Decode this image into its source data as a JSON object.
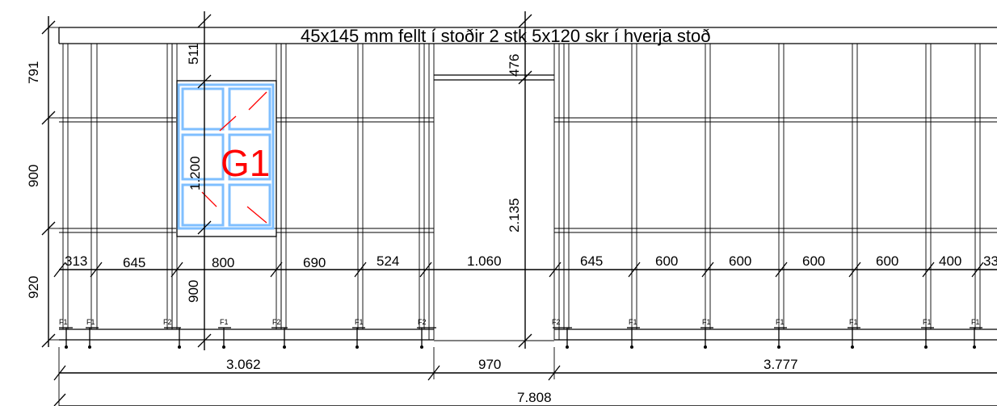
{
  "title": "45x145 mm fellt í stoðir 2 stk 5x120 skr í hverja stoð",
  "window_label": "G1",
  "window_height_label": "1.200",
  "vertical_dims_left": [
    "791",
    "900",
    "920"
  ],
  "header_dim": "511",
  "below_window_dim": "900",
  "door_top_dim": "476",
  "door_height_dim": "2.135",
  "spacing_dims": [
    "313",
    "645",
    "800",
    "690",
    "524",
    "1.060",
    "645",
    "600",
    "600",
    "600",
    "600",
    "400",
    "33"
  ],
  "segment_dims": [
    "3.062",
    "970",
    "3.777"
  ],
  "total_dim": "7.808",
  "anchor_labels": [
    "F1",
    "F1",
    "F2",
    "F1",
    "F2",
    "F1",
    "F2",
    "F2",
    "F1",
    "F1",
    "F1",
    "F1",
    "F1",
    "F1"
  ],
  "colors": {
    "window": "#7fbfff",
    "window_mark": "#ff0000",
    "lines": "#000000"
  }
}
